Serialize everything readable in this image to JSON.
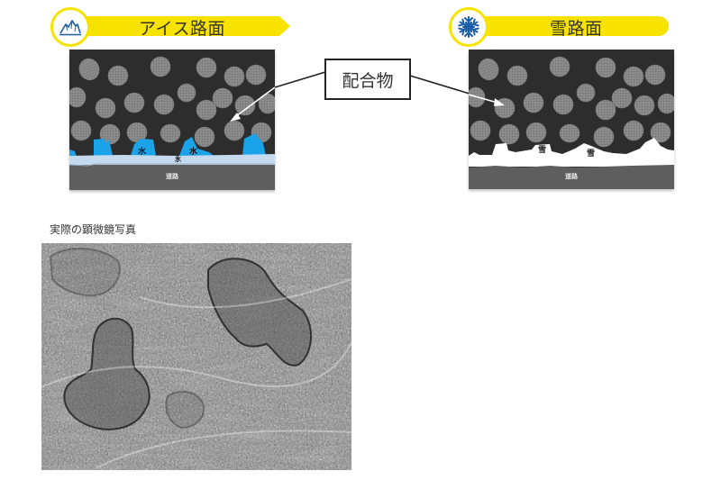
{
  "ice_section": {
    "title": "アイス路面",
    "icon": "iceberg-icon",
    "labels": {
      "water_1": "水",
      "water_2": "水",
      "ice": "氷",
      "road": "道路"
    }
  },
  "snow_section": {
    "title": "雪路面",
    "icon": "snowflake-icon",
    "labels": {
      "snow_1": "雪",
      "snow_2": "雪",
      "road": "道路"
    }
  },
  "callout": {
    "label": "配合物"
  },
  "photo_section": {
    "label": "実際の顕微鏡写真"
  },
  "colors": {
    "banner_yellow": "#f7e200",
    "icon_blue": "#1d5ea8",
    "water_blue": "#1aa3e8",
    "ice_light_blue": "#c5d9ef",
    "rubber_dark": "#2d2d2d",
    "compound_gray": "#8a8a8a",
    "road_gray": "#5e5e5e"
  }
}
